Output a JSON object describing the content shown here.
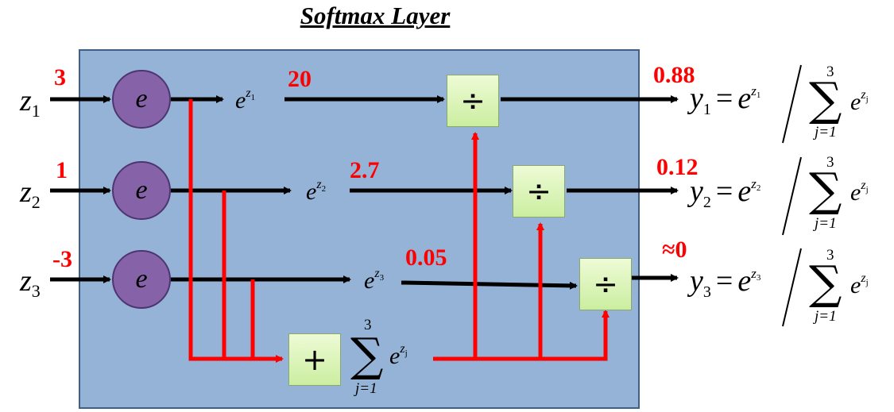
{
  "title": "Softmax Layer",
  "exp_symbol": "e",
  "inputs": [
    {
      "var": "z",
      "index": "1",
      "value": "3"
    },
    {
      "var": "z",
      "index": "2",
      "value": "1"
    },
    {
      "var": "z",
      "index": "3",
      "value": "-3"
    }
  ],
  "exponentials": [
    {
      "label": "e",
      "sup_var": "z",
      "sup_index": "1",
      "value": "20"
    },
    {
      "label": "e",
      "sup_var": "z",
      "sup_index": "2",
      "value": "2.7"
    },
    {
      "label": "e",
      "sup_var": "z",
      "sup_index": "3",
      "value": "0.05"
    }
  ],
  "operators": {
    "divide": "÷",
    "plus": "+"
  },
  "sum": {
    "symbol": "∑",
    "upper": "3",
    "lower": "j=1",
    "term": "e",
    "sup_var": "z",
    "sup_index": "j"
  },
  "outputs": [
    {
      "var": "y",
      "index": "1",
      "value": "0.88"
    },
    {
      "var": "y",
      "index": "2",
      "value": "0.12"
    },
    {
      "var": "y",
      "index": "3",
      "value": "≈0"
    }
  ],
  "formula": {
    "equals": "=",
    "slash": "/"
  },
  "colors": {
    "panel": "#94b3d6",
    "node": "#8663a8",
    "box": "#cbeea0",
    "wire_red": "#ff0000",
    "wire_black": "#000000",
    "value": "#ff0000"
  }
}
